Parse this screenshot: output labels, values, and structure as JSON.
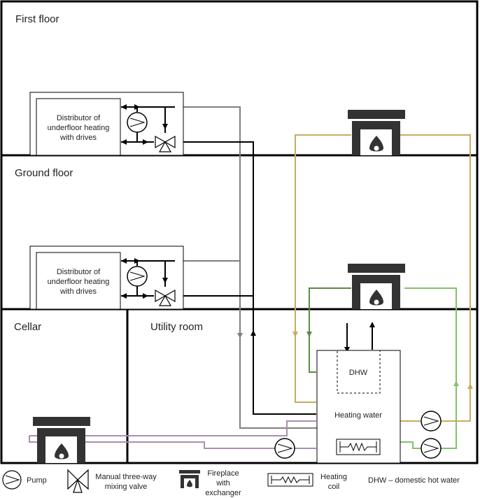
{
  "rooms": {
    "first_floor": "First floor",
    "ground_floor": "Ground floor",
    "cellar": "Cellar",
    "utility_room": "Utility room"
  },
  "distributor": {
    "line1": "Distributor of",
    "line2": "underfloor heating",
    "line3": "with drives"
  },
  "tank": {
    "dhw": "DHW",
    "heating_water": "Heating water"
  },
  "legend": {
    "pump": "Pump",
    "valve_line1": "Manual three-way",
    "valve_line2": "mixing valve",
    "fireplace_line1": "Fireplace",
    "fireplace_line2": "with",
    "fireplace_line3": "exchanger",
    "coil_line1": "Heating",
    "coil_line2": "coil",
    "dhw_note": "DHW – domestic hot water"
  },
  "colors": {
    "wall": "#000000",
    "fireplace": "#333333",
    "gray_pipe": "#7f7f7f",
    "black_pipe": "#000000",
    "purple_pipe": "#a98fb0",
    "gold_pipe": "#c8ad5f",
    "green_pipe": "#5e8a45",
    "light_green_pipe": "#86c06a"
  }
}
